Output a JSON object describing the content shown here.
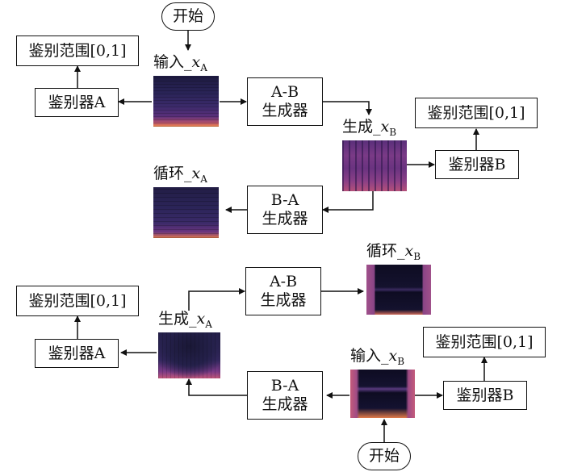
{
  "start_label": "开始",
  "range_label": "鉴别范围[0,1]",
  "discriminator_a": "鉴别器A",
  "discriminator_b": "鉴别器B",
  "gen_ab": {
    "line1": "A-B",
    "line2": "生成器"
  },
  "gen_ba": {
    "line1": "B-A",
    "line2": "生成器"
  },
  "input_prefix": "输入_",
  "generated_prefix": "生成_",
  "cycle_prefix": "循环_",
  "var_x": "x",
  "sub_a": "A",
  "sub_b": "B",
  "colors": {
    "line": "#111111",
    "spec_dark": "#1e1b3c",
    "spec_mid": "#4a2f7a",
    "spec_hot": "#e07a4a"
  }
}
